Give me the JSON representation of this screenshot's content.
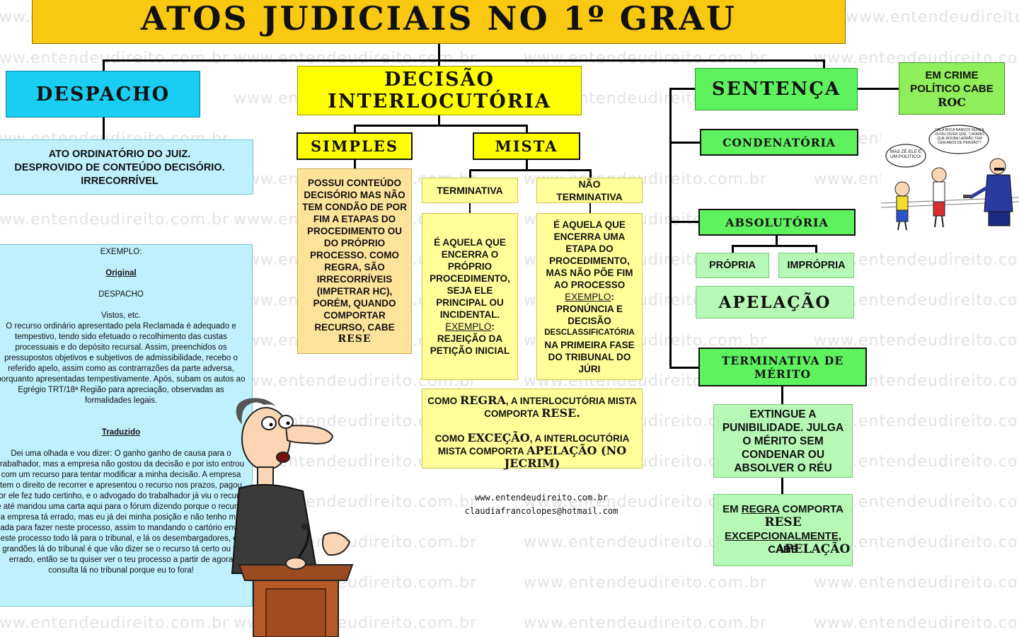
{
  "watermark": "www.entendeudireito.com.br",
  "title": "ATOS JUDICIAIS NO 1º GRAU",
  "despacho": {
    "title": "DESPACHO",
    "desc": [
      "ATO ORDINATÓRIO DO JUIZ.",
      "DESPROVIDO DE CONTEÚDO DECISÓRIO.",
      "IRRECORRÍVEL"
    ],
    "example_label": "EXEMPLO:",
    "original_label": "Original",
    "original_heading": "DESPACHO",
    "original_greeting": "Vistos, etc.",
    "original_text": "O recurso ordinário apresentado pela Reclamada é adequado e tempestivo, tendo sido efetuado o recolhimento das custas processuais e do depósito recursal. Assim, preenchidos os pressupostos objetivos e subjetivos de admissibilidade, recebo o referido apelo, assim como as contrarrazões da parte adversa, porquanto apresentadas tempestivamente. Após, subam os autos ao Egrégio TRT/18ª Região para apreciação, observadas as formalidades legais.",
    "translated_label": "Traduzido",
    "translated_text": "Dei uma olhada e vou dizer: O ganho ganho de causa para o trabalhador, mas a empresa não gostou da decisão e por isto entrou com um recurso para tentar modificar a minha decisão. A empresa tem o direito de recorrer e apresentou o recurso nos prazos, pagou por ele fez tudo certinho, e o advogado do trabalhador já viu o recurso e até mandou uma carta aqui para o fórum dizendo porque o recurso da empresa tá errado, mas eu já dei minha posição e não tenho mais nada para fazer neste processo, assim to mandando o cartório enviar este processo todo lá para o tribunal, e lá os desembargadores, os grandões lá do tribunal é que vão dizer se o recurso tá certo ou tá errado, então se tu quiser ver o teu processo a partir de agora consulta lá no tribunal porque eu to fora!"
  },
  "interlocutoria": {
    "title_line1": "DECISÃO",
    "title_line2": "INTERLOCUTÓRIA",
    "simples": {
      "title": "SIMPLES",
      "text": "POSSUI CONTEÚDO DECISÓRIO MAS NÃO TEM CONDÃO DE POR FIM A ETAPAS DO PROCEDIMENTO OU DO PRÓPRIO PROCESSO. COMO REGRA, SÃO IRRECORRÍVEIS (IMPETRAR HC), PORÉM, QUANDO COMPORTAR RECURSO, CABE",
      "rese": "RESE"
    },
    "mista": {
      "title": "MISTA",
      "terminativa": {
        "title": "TERMINATIVA",
        "text": "É AQUELA QUE ENCERRA O PRÓPRIO PROCEDIMENTO, SEJA ELE PRINCIPAL OU INCIDENTAL.",
        "example_label": "EXEMPLO",
        "example_text": "REJEIÇÃO DA PETIÇÃO INICIAL"
      },
      "nao_terminativa": {
        "title_line1": "NÃO",
        "title_line2": "TERMINATIVA",
        "text": "É AQUELA QUE ENCERRA UMA ETAPA DO PROCEDIMENTO, MAS NÃO PÕE FIM AO PROCESSO",
        "example_label": "EXEMPLO",
        "example_text_1": "PRONÚNCIA E DECISÃO",
        "example_text_2": "DESCLASSIFICATÓRIA",
        "example_text_3": "NA PRIMEIRA FASE DO TRIBUNAL DO JÚRI"
      },
      "rule": {
        "prefix1": "COMO",
        "regra": "REGRA",
        "mid1": ", A INTERLOCUTÓRIA MISTA COMPORTA",
        "rese": "RESE.",
        "prefix2": "COMO",
        "excecao": "EXCEÇÃO",
        "mid2": ", A INTERLOCUTÓRIA MISTA COMPORTA",
        "apelacao": "APELAÇÃO (NO JECRIM)"
      }
    }
  },
  "credits": {
    "site": "www.entendeudireito.com.br",
    "email": "claudiafrancolopes@hotmail.com"
  },
  "sentenca": {
    "title": "SENTENÇA",
    "crime_politico": {
      "line1": "EM CRIME",
      "line2": "POLÍTICO CABE",
      "roc": "ROC"
    },
    "cartoon": {
      "bubble1": "MAS ZÉ ELE É UM POLITICO!",
      "bubble2": "CALA BOCA NANICO! NUNCA OUVIU DIZER QUE, \"LADRÃO QUE ROUBA LADRÃO TEM CEM ANOS DE PERDÃO\"?"
    },
    "condenatoria": "CONDENATÓRIA",
    "absolutoria": "ABSOLUTÓRIA",
    "propria": "PRÓPRIA",
    "impropria": "IMPRÓPRIA",
    "apelacao": "APELAÇÃO",
    "terminativa_merito_line1": "TERMINATIVA DE",
    "terminativa_merito_line2": "MÉRITO",
    "extingue": "EXTINGUE A PUNIBILIDADE. JULGA O MÉRITO SEM CONDENAR OU ABSOLVER O RÉU",
    "regra": {
      "prefix": "EM",
      "regra": "REGRA",
      "mid": "COMPORTA",
      "rese": "RESE",
      "excepcional": "EXCEPCIONALMENTE",
      "cabe": ", CABE",
      "apelacao": "APELAÇÃO"
    }
  },
  "colors": {
    "title_bg": "#f9c810",
    "despacho_bg": "#19cdf3",
    "yellow_bg": "#ffff00",
    "light_yellow": "#ffff99",
    "light_cyan": "#bff0fd",
    "green": "#5ff25f",
    "light_green": "#b6f8b6",
    "simples_box": "#ffe39b"
  }
}
